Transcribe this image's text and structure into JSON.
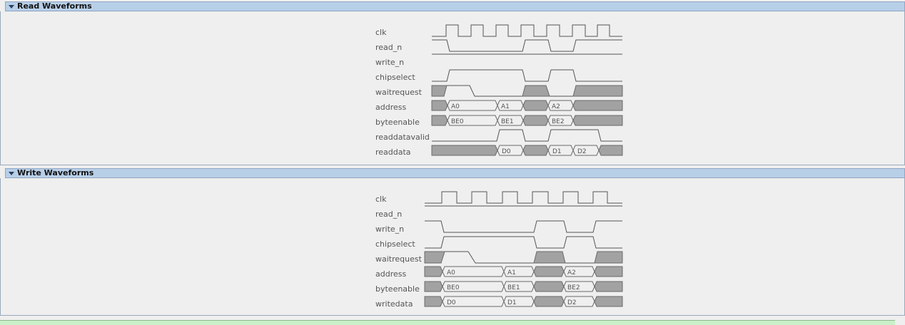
{
  "read_panel": {
    "title": "Read Waveforms",
    "signals": [
      "clk",
      "read_n",
      "write_n",
      "chipselect",
      "waitrequest",
      "address",
      "byteenable",
      "readdatavalid",
      "readdata"
    ],
    "bus_labels": {
      "address": [
        "A0",
        "A1",
        "A2"
      ],
      "byteenable": [
        "BE0",
        "BE1",
        "BE2"
      ],
      "readdata": [
        "D0",
        "D1",
        "D2"
      ]
    }
  },
  "write_panel": {
    "title": "Write Waveforms",
    "signals": [
      "clk",
      "read_n",
      "write_n",
      "chipselect",
      "waitrequest",
      "address",
      "byteenable",
      "writedata"
    ],
    "bus_labels": {
      "address": [
        "A0",
        "A1",
        "A2"
      ],
      "byteenable": [
        "BE0",
        "BE1",
        "BE2"
      ],
      "writedata": [
        "D0",
        "D1",
        "D2"
      ]
    }
  },
  "colors": {
    "header_bg": "#b8cfe8",
    "line": "#555555",
    "bus_fill": "#a2a2a2",
    "bus_outline": "#6a6a6a",
    "label": "#555555",
    "footer": "#c9f0c9"
  }
}
